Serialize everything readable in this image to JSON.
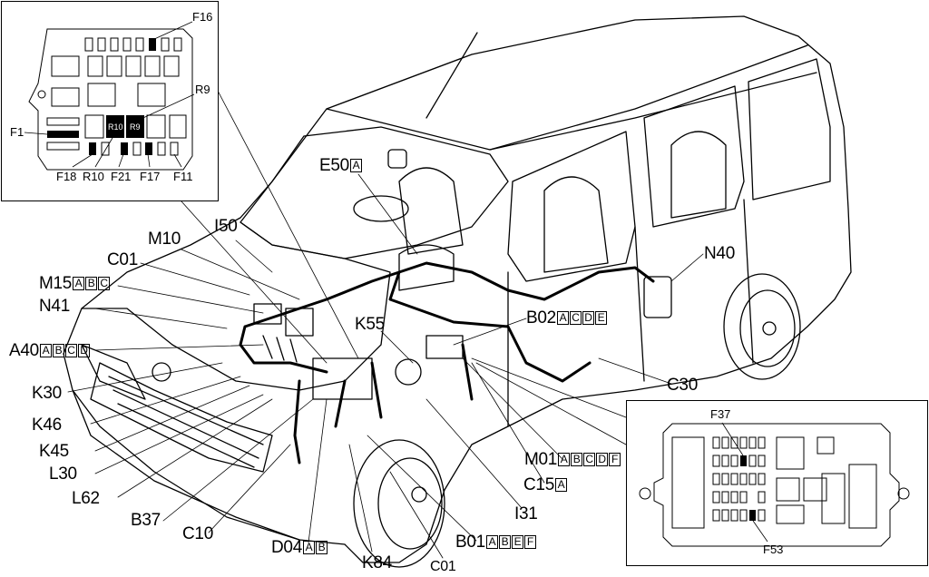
{
  "top_inset": {
    "labels": {
      "f16": "F16",
      "r9": "R9",
      "f1": "F1",
      "f18": "F18",
      "r10_bottom": "R10",
      "f21": "F21",
      "f17": "F17",
      "f11": "F11"
    },
    "relay_r10": "R10",
    "relay_r9": "R9"
  },
  "bottom_inset": {
    "labels": {
      "f37": "F37",
      "f53": "F53"
    }
  },
  "components": {
    "e50": {
      "code": "E50",
      "variants": [
        "A"
      ]
    },
    "i50": {
      "code": "I50"
    },
    "m10": {
      "code": "M10"
    },
    "c01_top": {
      "code": "C01"
    },
    "m15": {
      "code": "M15",
      "variants": [
        "A",
        "B",
        "C"
      ]
    },
    "n41": {
      "code": "N41"
    },
    "a40": {
      "code": "A40",
      "variants": [
        "A",
        "B",
        "C",
        "D"
      ]
    },
    "k30": {
      "code": "K30"
    },
    "k46": {
      "code": "K46"
    },
    "k45": {
      "code": "K45"
    },
    "l30": {
      "code": "L30"
    },
    "l62": {
      "code": "L62"
    },
    "b37": {
      "code": "B37"
    },
    "c10": {
      "code": "C10"
    },
    "d04": {
      "code": "D04",
      "variants": [
        "A",
        "B"
      ]
    },
    "k84": {
      "code": "K84"
    },
    "c01_bottom": {
      "code": "C01"
    },
    "b01": {
      "code": "B01",
      "variants": [
        "A",
        "B",
        "E",
        "F"
      ]
    },
    "i31": {
      "code": "I31"
    },
    "c15": {
      "code": "C15",
      "variants": [
        "A"
      ]
    },
    "m01": {
      "code": "M01",
      "variants": [
        "A",
        "B",
        "C",
        "D",
        "F"
      ]
    },
    "c30": {
      "code": "C30"
    },
    "b02": {
      "code": "B02",
      "variants": [
        "A",
        "C",
        "D",
        "E"
      ]
    },
    "k55": {
      "code": "K55"
    },
    "n40": {
      "code": "N40"
    }
  }
}
